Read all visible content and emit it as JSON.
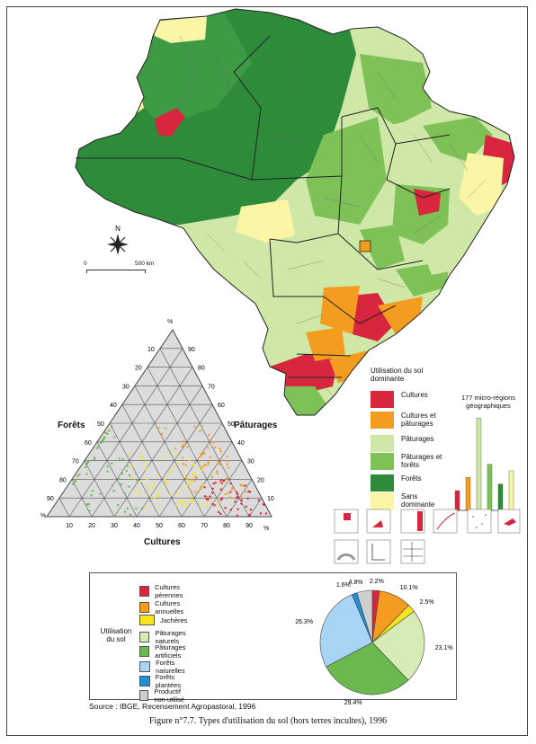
{
  "compass": {
    "letter": "N"
  },
  "scale": {
    "zero": "0",
    "distance": "500 km"
  },
  "legend": {
    "title": "Utilisation du sol dominante",
    "items": [
      {
        "label": "Cultures",
        "color": "#d7263d"
      },
      {
        "label": "Cultures et pâturages",
        "color": "#f39c1f"
      },
      {
        "label": "Pâturages",
        "color": "#cfe8a8"
      },
      {
        "label": "Pâturages et forêts",
        "color": "#7ec257"
      },
      {
        "label": "Forêts",
        "color": "#2e8b3a"
      },
      {
        "label": "Sans dominante",
        "color": "#fbf5a6"
      }
    ]
  },
  "histogram": {
    "title": "177 micro-régions géographiques",
    "values": [
      12,
      20,
      56,
      28,
      16,
      24
    ]
  },
  "ternary": {
    "labels": {
      "left": "Forêts",
      "right": "Pâturages",
      "bottom": "Cultures"
    },
    "percent": "%",
    "ticks": [
      10,
      20,
      30,
      40,
      50,
      60,
      70,
      80,
      90
    ]
  },
  "landuse": {
    "title": "Utilisation du sol",
    "items": [
      {
        "label": "Cultures pérennes",
        "color": "#d7263d"
      },
      {
        "label": "Cultures annuelles",
        "color": "#f39c1f"
      },
      {
        "label": "Jachères",
        "color": "#f5e51f"
      },
      {
        "label": "Pâturages naturels",
        "color": "#d6ecb4"
      },
      {
        "label": "Pâturages artificiels",
        "color": "#6ab84e"
      },
      {
        "label": "Forêts naturelles",
        "color": "#a8d4f5"
      },
      {
        "label": "Forêts plantées",
        "color": "#1e90d6"
      },
      {
        "label": "Productif non utilisé",
        "color": "#cfcfcf"
      }
    ]
  },
  "chart_data": {
    "type": "pie",
    "slices": [
      {
        "label": "Cultures pérennes",
        "value": 2.2,
        "text": "2.2%"
      },
      {
        "label": "Cultures annuelles",
        "value": 10.1,
        "text": "10.1%"
      },
      {
        "label": "Jachères",
        "value": 2.5,
        "text": "2.5%"
      },
      {
        "label": "Pâturages naturels",
        "value": 23.1,
        "text": "23.1%"
      },
      {
        "label": "Pâturages artificiels",
        "value": 29.4,
        "text": "29.4%"
      },
      {
        "label": "Forêts naturelles",
        "value": 26.3,
        "text": "26.3%"
      },
      {
        "label": "Forêts plantées",
        "value": 1.6,
        "text": "1.6%"
      },
      {
        "label": "Productif non utilisé",
        "value": 4.8,
        "text": "4.8%"
      }
    ]
  },
  "source": "Source : IBGE, Recensement Agropastoral, 1996",
  "caption": "Figure n°7.7. Types d'utilisation du sol (hors terres incultes), 1996"
}
